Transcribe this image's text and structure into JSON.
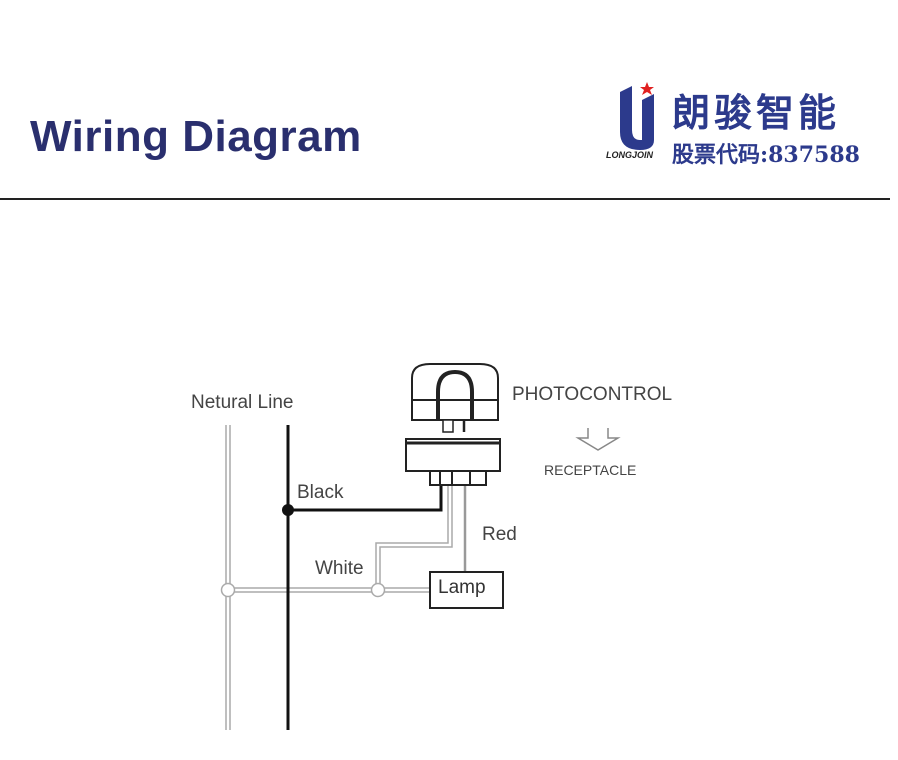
{
  "header": {
    "title": "Wiring Diagram"
  },
  "logo": {
    "brand": "LONGJOIN",
    "name_cn": "朗骏智能",
    "stock_label": "股票代码:837588"
  },
  "diagram": {
    "neutral_line": "Netural  Line",
    "black": "Black",
    "white": "White",
    "red": "Red",
    "lamp": "Lamp",
    "photocontrol": "PHOTOCONTROL",
    "receptacle": "RECEPTACLE"
  }
}
